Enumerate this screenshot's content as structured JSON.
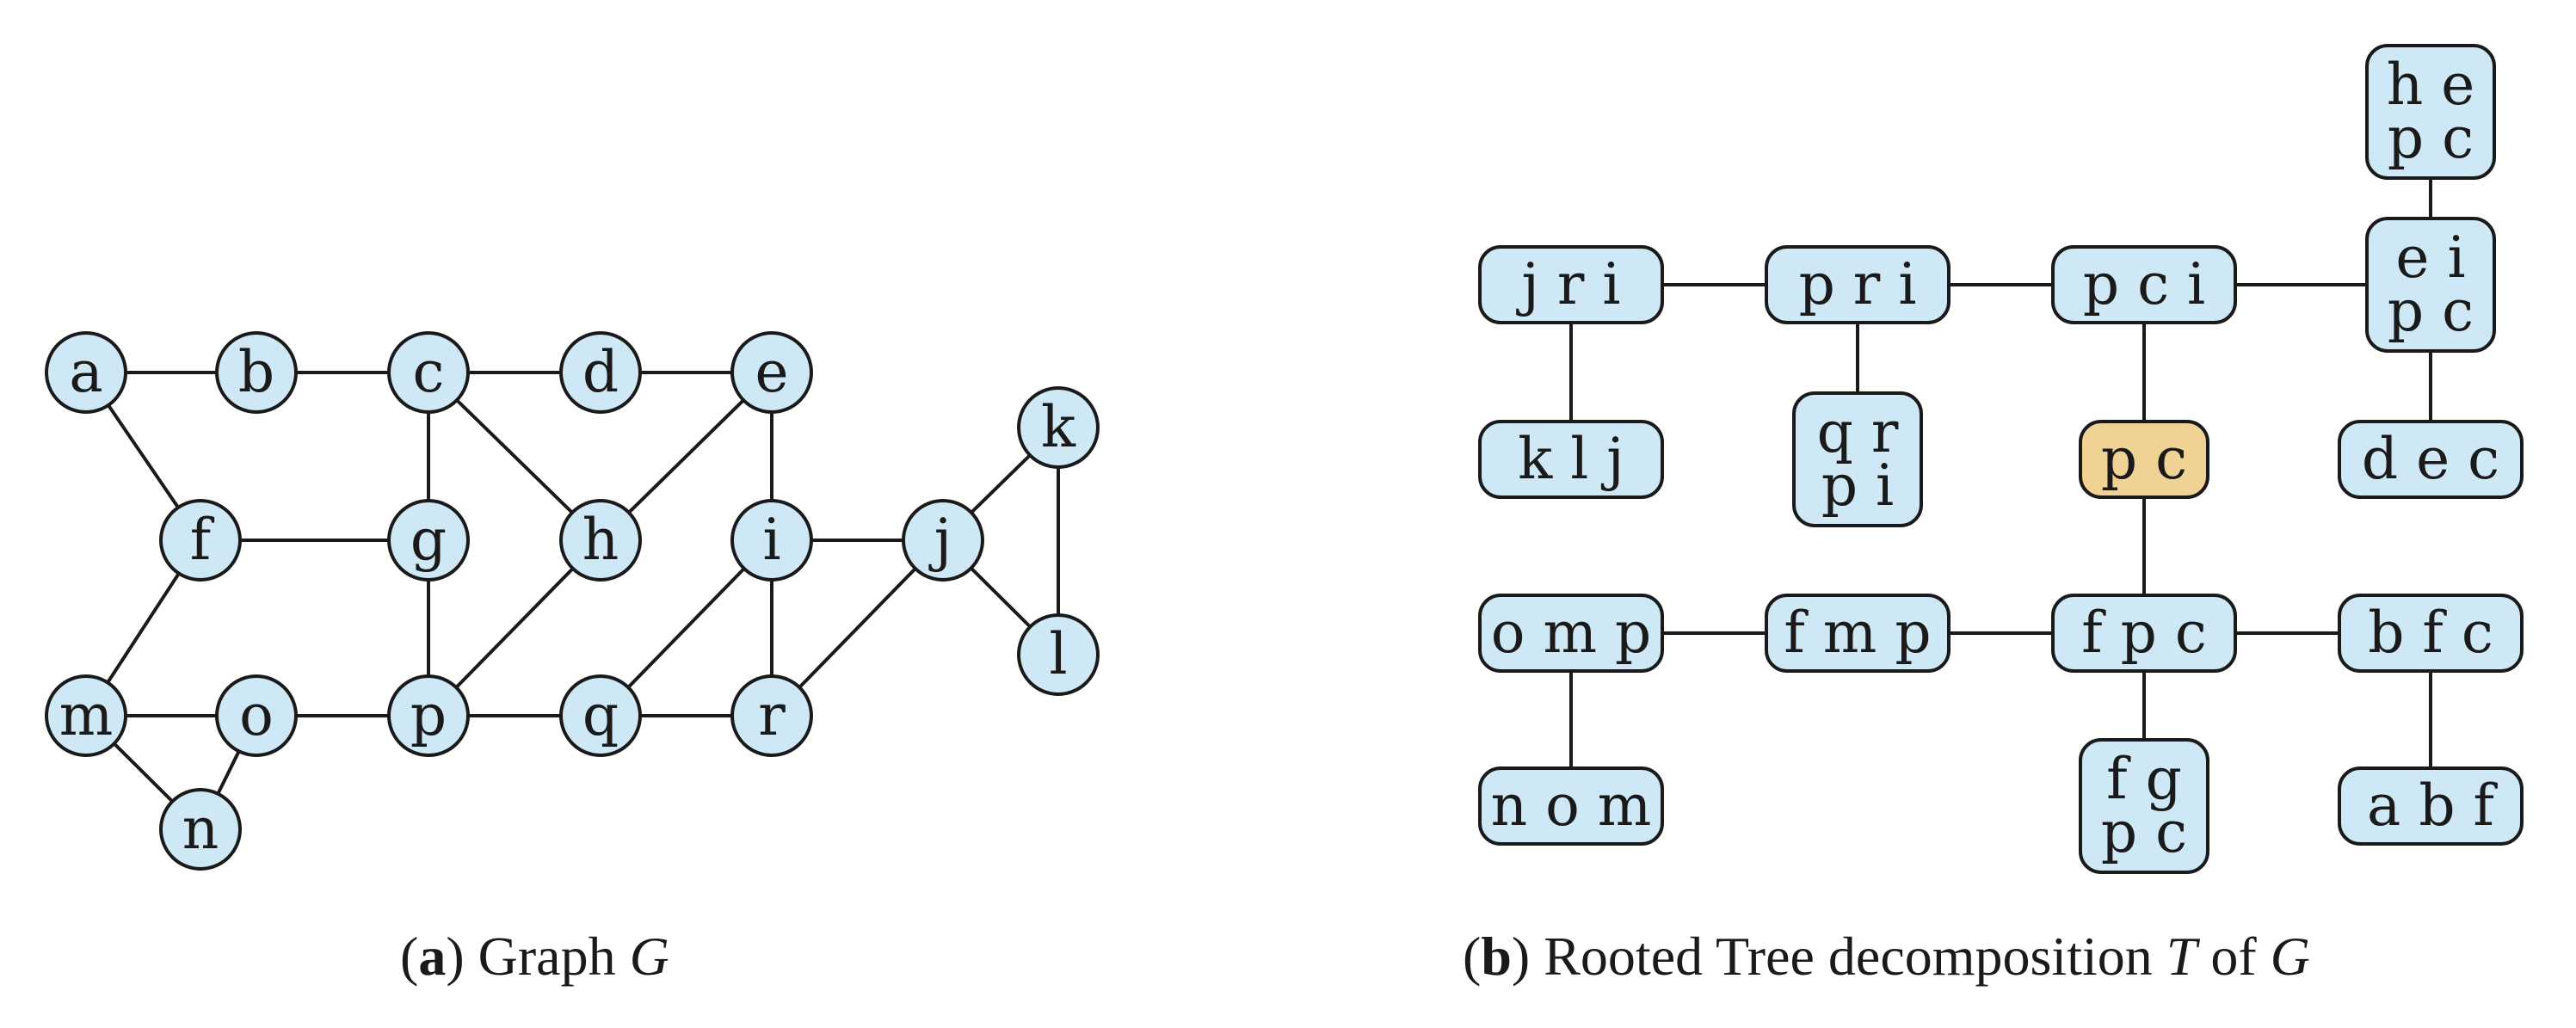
{
  "colors": {
    "node_fill": "#cfe8f5",
    "root_fill": "#f0d394",
    "stroke": "#1a1a1a"
  },
  "graph_g": {
    "nodes": [
      "a",
      "b",
      "c",
      "d",
      "e",
      "f",
      "g",
      "h",
      "i",
      "j",
      "k",
      "l",
      "m",
      "n",
      "o",
      "p",
      "q",
      "r"
    ],
    "edges": [
      [
        "a",
        "b"
      ],
      [
        "b",
        "c"
      ],
      [
        "c",
        "d"
      ],
      [
        "d",
        "e"
      ],
      [
        "a",
        "f"
      ],
      [
        "c",
        "g"
      ],
      [
        "c",
        "h"
      ],
      [
        "e",
        "h"
      ],
      [
        "e",
        "i"
      ],
      [
        "f",
        "g"
      ],
      [
        "f",
        "m"
      ],
      [
        "g",
        "p"
      ],
      [
        "h",
        "p"
      ],
      [
        "i",
        "j"
      ],
      [
        "i",
        "q"
      ],
      [
        "i",
        "r"
      ],
      [
        "j",
        "k"
      ],
      [
        "j",
        "l"
      ],
      [
        "k",
        "l"
      ],
      [
        "j",
        "r"
      ],
      [
        "m",
        "o"
      ],
      [
        "m",
        "n"
      ],
      [
        "o",
        "n"
      ],
      [
        "o",
        "p"
      ],
      [
        "p",
        "q"
      ],
      [
        "q",
        "r"
      ]
    ]
  },
  "tree_t": {
    "bags": [
      {
        "id": "jri",
        "lines": [
          "j r i"
        ],
        "root": false
      },
      {
        "id": "pri",
        "lines": [
          "p r i"
        ],
        "root": false
      },
      {
        "id": "pci",
        "lines": [
          "p c i"
        ],
        "root": false
      },
      {
        "id": "eipc",
        "lines": [
          "e i",
          "p c"
        ],
        "root": false
      },
      {
        "id": "hepc",
        "lines": [
          "h e",
          "p c"
        ],
        "root": false
      },
      {
        "id": "klj",
        "lines": [
          "k l j"
        ],
        "root": false
      },
      {
        "id": "qrpi",
        "lines": [
          "q r",
          "p i"
        ],
        "root": false
      },
      {
        "id": "pc",
        "lines": [
          "p c"
        ],
        "root": true
      },
      {
        "id": "dec",
        "lines": [
          "d e c"
        ],
        "root": false
      },
      {
        "id": "omp",
        "lines": [
          "o m p"
        ],
        "root": false
      },
      {
        "id": "fmp",
        "lines": [
          "f m p"
        ],
        "root": false
      },
      {
        "id": "fpc",
        "lines": [
          "f p c"
        ],
        "root": false
      },
      {
        "id": "bfc",
        "lines": [
          "b f c"
        ],
        "root": false
      },
      {
        "id": "nom",
        "lines": [
          "n o m"
        ],
        "root": false
      },
      {
        "id": "fgpc",
        "lines": [
          "f g",
          "p c"
        ],
        "root": false
      },
      {
        "id": "abf",
        "lines": [
          "a b f"
        ],
        "root": false
      }
    ],
    "edges": [
      [
        "jri",
        "pri"
      ],
      [
        "pri",
        "pci"
      ],
      [
        "pci",
        "eipc"
      ],
      [
        "eipc",
        "hepc"
      ],
      [
        "eipc",
        "dec"
      ],
      [
        "jri",
        "klj"
      ],
      [
        "pri",
        "qrpi"
      ],
      [
        "pci",
        "pc"
      ],
      [
        "pc",
        "fpc"
      ],
      [
        "omp",
        "fmp"
      ],
      [
        "fmp",
        "fpc"
      ],
      [
        "fpc",
        "bfc"
      ],
      [
        "omp",
        "nom"
      ],
      [
        "fpc",
        "fgpc"
      ],
      [
        "bfc",
        "abf"
      ]
    ]
  },
  "captions": {
    "a": {
      "label": "a",
      "text": "Graph ",
      "var": "G"
    },
    "b": {
      "label": "b",
      "text": "Rooted Tree decomposition ",
      "var": "T",
      "text2": " of ",
      "var2": "G"
    }
  }
}
